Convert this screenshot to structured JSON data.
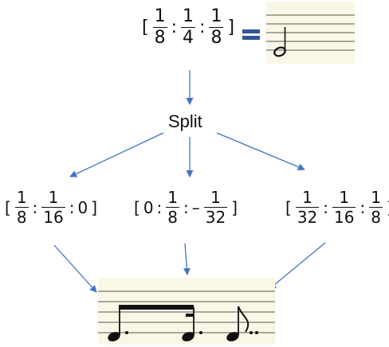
{
  "top": {
    "open": "[",
    "close": "]",
    "sep1": ":",
    "sep2": ":",
    "f1": {
      "num": "1",
      "den": "8"
    },
    "f2": {
      "num": "1",
      "den": "4"
    },
    "f3": {
      "num": "1",
      "den": "8"
    }
  },
  "split": {
    "label": "Split"
  },
  "left": {
    "open": "[",
    "close": "]",
    "sep1": ":",
    "sep2": ":",
    "f1": {
      "num": "1",
      "den": "8"
    },
    "f2": {
      "num": "1",
      "den": "16"
    },
    "v3": "0"
  },
  "middle": {
    "open": "[",
    "close": "]",
    "v1": "0",
    "sep1": ":",
    "sep2": ":",
    "f2": {
      "num": "1",
      "den": "8"
    },
    "minus": "–",
    "f3": {
      "num": "1",
      "den": "32"
    }
  },
  "right": {
    "open": "[",
    "close": "]",
    "sep1": ":",
    "sep2": ":",
    "f1": {
      "num": "1",
      "den": "32"
    },
    "f2": {
      "num": "1",
      "den": "16"
    },
    "f3": {
      "num": "1",
      "den": "8"
    }
  },
  "colors": {
    "arrow": "#4472c4",
    "equals": "#2f5597",
    "staff_bg": "#fbf7e6",
    "staff_line": "#555555",
    "note": "#111111"
  }
}
